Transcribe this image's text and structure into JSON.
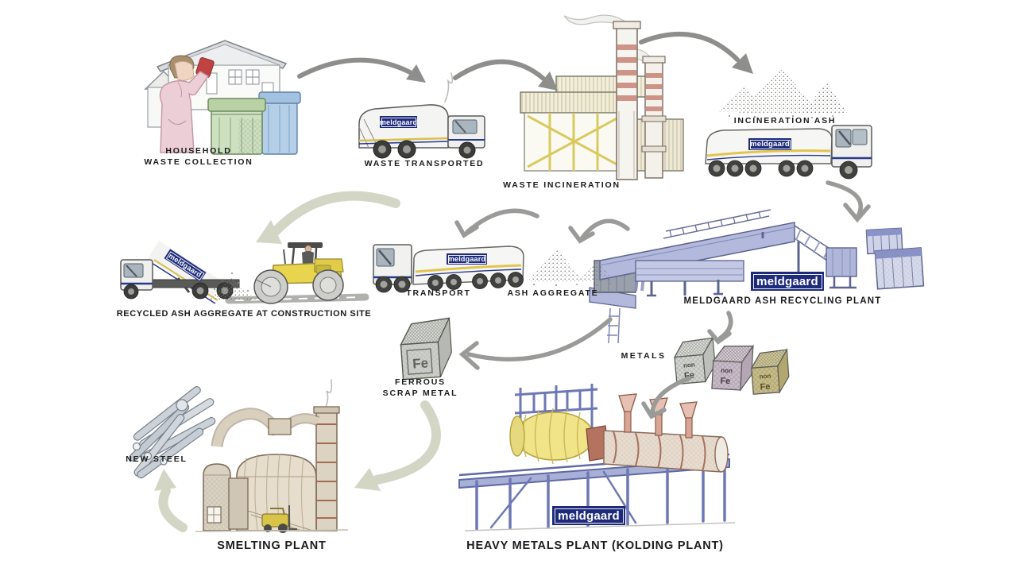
{
  "brand": {
    "logo_text": "meldgaard",
    "logo_bg": "#1e2b7b"
  },
  "colors": {
    "arrow_dark": "#8e8e8c",
    "arrow_light": "#d3d6c5",
    "label": "#1b1b1b",
    "periwinkle": "#b3b9dd",
    "navy": "#1e2b7b"
  },
  "nodes": {
    "household": {
      "line1": "HOUSEHOLD",
      "line2": "WASTE COLLECTION"
    },
    "waste_transported": {
      "label": "WASTE TRANSPORTED"
    },
    "waste_incineration": {
      "label": "WASTE INCINERATION"
    },
    "incineration_ash": {
      "label": "INCINERATION ASH"
    },
    "recycling_plant": {
      "label": "MELDGAARD ASH RECYCLING PLANT"
    },
    "transport": {
      "label": "TRANSPORT"
    },
    "ash_aggregate": {
      "label": "ASH AGGREGATE"
    },
    "construction_site": {
      "label": "RECYCLED ASH AGGREGATE AT CONSTRUCTION SITE"
    },
    "metals": {
      "label": "METALS",
      "cube_line1": "non",
      "cube_line2": "Fe"
    },
    "ferrous_scrap": {
      "line1": "FERROUS",
      "line2": "SCRAP METAL",
      "cube_text": "Fe"
    },
    "heavy_metals_plant": {
      "label": "HEAVY METALS PLANT (KOLDING PLANT)"
    },
    "smelting_plant": {
      "label": "SMELTING PLANT"
    },
    "new_steel": {
      "label": "NEW STEEL"
    }
  }
}
